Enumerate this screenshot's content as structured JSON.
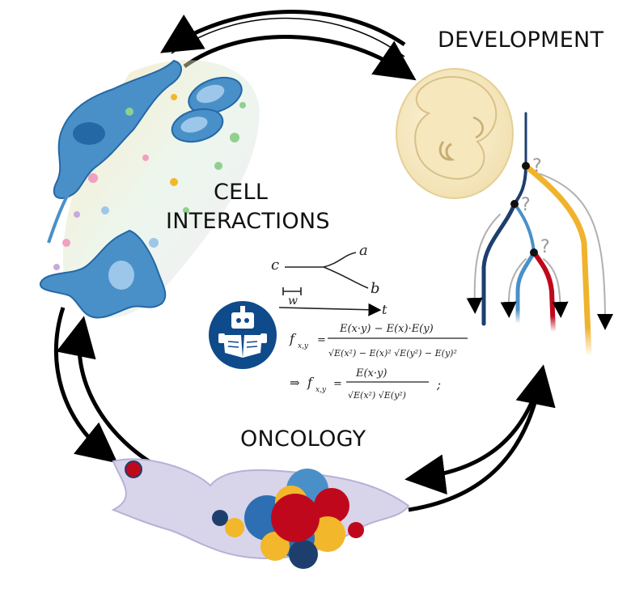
{
  "labels": {
    "development": "DEVELOPMENT",
    "cell_line1": "CELL",
    "cell_line2": "INTERACTIONS",
    "oncology": "ONCOLOGY"
  },
  "lineage": {
    "question_mark": "?"
  },
  "math": {
    "c": "c",
    "a": "a",
    "b": "b",
    "w": "w",
    "t": "t",
    "f1_lhs": "f",
    "f1_sub": "x,y",
    "f1_num": "E(x·y) − E(x)·E(y)",
    "f1_den": "√E(x²) − E(x)² √E(y²) − E(y)²",
    "f2_arrow": "⇒",
    "f2_lhs": "f",
    "f2_sub": "x,y",
    "f2_num": "E(x·y)",
    "f2_den": "√E(x²) √E(y²)",
    "f2_tail": ";"
  },
  "icons": {
    "center": "robot-reading-book-icon"
  },
  "colors": {
    "cell_blue": "#4a90c8",
    "cell_dark": "#2468a5",
    "embryo": "#f8ecc6",
    "tumor_red": "#c0081c",
    "tumor_yellow": "#f2b72b",
    "tumor_blue": "#2e6fb3",
    "tumor_navy": "#1e3f6e",
    "lineage_yellow": "#f0b32d",
    "icon_bg": "#0f4a8a"
  }
}
